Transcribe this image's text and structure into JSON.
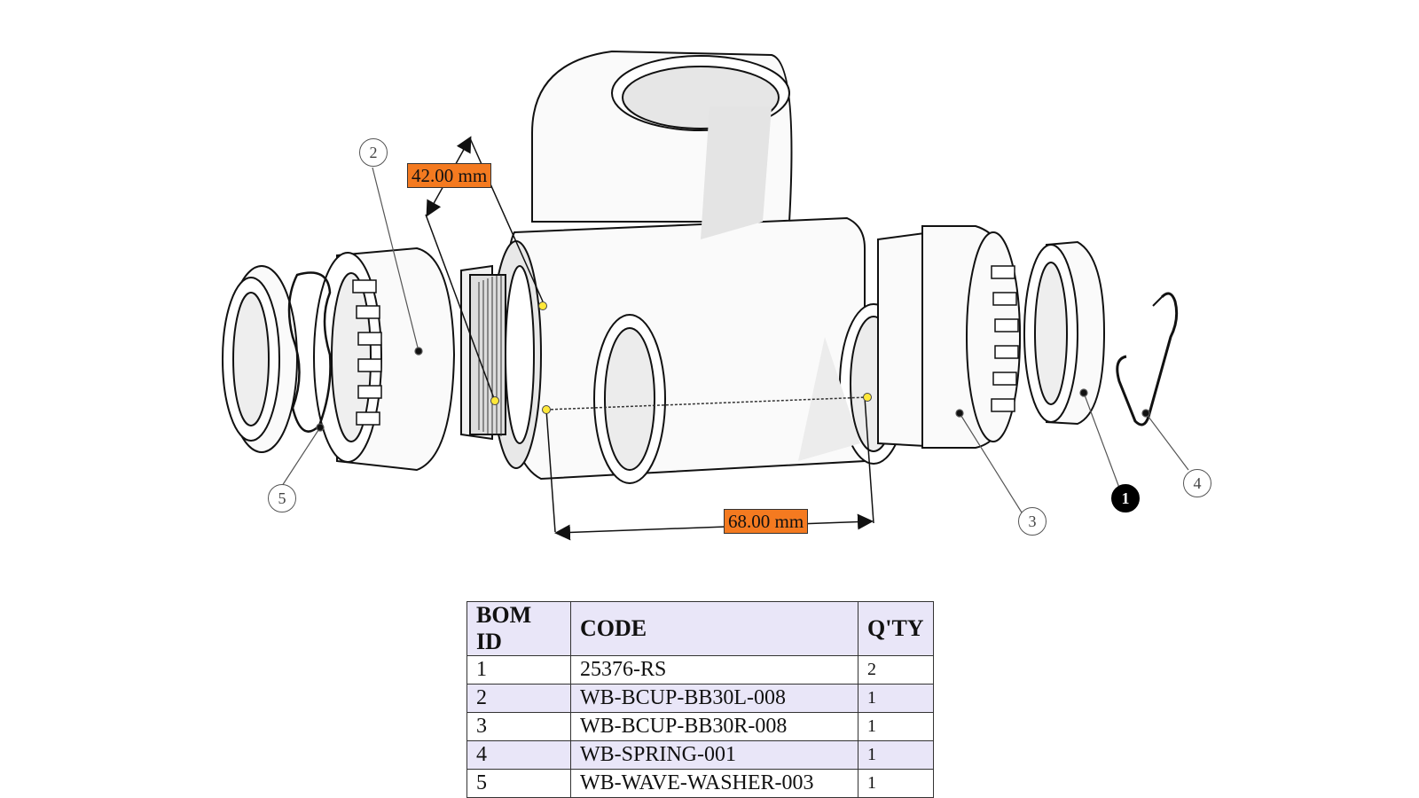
{
  "dimensions": {
    "top_label": "42.00 mm",
    "bottom_label": "68.00 mm"
  },
  "balloons": [
    {
      "id": "2",
      "label": "2",
      "style": "outline"
    },
    {
      "id": "5",
      "label": "5",
      "style": "outline"
    },
    {
      "id": "3",
      "label": "3",
      "style": "outline"
    },
    {
      "id": "4",
      "label": "4",
      "style": "outline"
    },
    {
      "id": "1",
      "label": "1",
      "style": "filled"
    }
  ],
  "bom_table": {
    "headers": [
      "BOM ID",
      "CODE",
      "Q'TY"
    ],
    "rows": [
      {
        "id": "1",
        "code": "25376-RS",
        "qty": "2"
      },
      {
        "id": "2",
        "code": "WB-BCUP-BB30L-008",
        "qty": "1"
      },
      {
        "id": "3",
        "code": "WB-BCUP-BB30R-008",
        "qty": "1"
      },
      {
        "id": "4",
        "code": "WB-SPRING-001",
        "qty": "1"
      },
      {
        "id": "5",
        "code": "WB-WAVE-WASHER-003",
        "qty": "1"
      }
    ]
  },
  "colors": {
    "dimension_highlight": "#f47a20",
    "table_shade": "#e9e6f8",
    "measure_point": "#ffe83a"
  }
}
